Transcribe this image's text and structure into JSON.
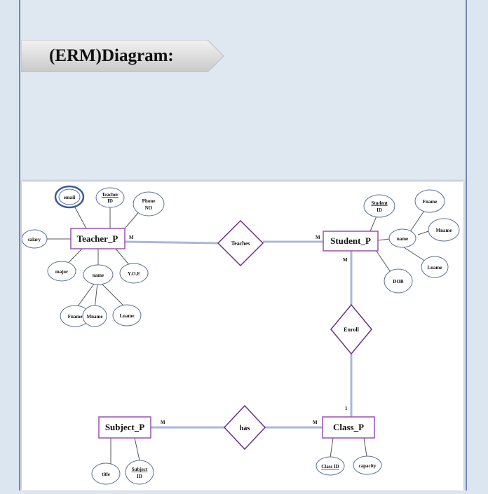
{
  "banner": {
    "title": "(ERM)Diagram:"
  },
  "entities": {
    "teacher": "Teacher_P",
    "student": "Student_P",
    "subject": "Subject_P",
    "class": "Class_P"
  },
  "relationships": {
    "teaches": "Teaches",
    "enroll": "Enroll",
    "has": "has"
  },
  "attributes": {
    "teacher": {
      "email": "email",
      "teacher_id_l1": "Teacher",
      "teacher_id_l2": "ID",
      "phone_l1": "Phone",
      "phone_l2": "NO",
      "salary": "salary",
      "major": "major",
      "name": "name",
      "yoe": "Y.O.E",
      "fname": "Fname",
      "mname": "Mname",
      "lname": "Lname"
    },
    "student": {
      "student_id_l1": "Student",
      "student_id_l2": "ID",
      "fname": "Fname",
      "mname": "Mname",
      "name": "name",
      "lname": "Lname",
      "dob": "DOB"
    },
    "subject": {
      "title": "title",
      "subject_id_l1": "Subject",
      "subject_id_l2": "ID"
    },
    "class": {
      "class_id": "Class ID",
      "capacity": "capacity"
    }
  },
  "cardinalities": {
    "teacher_teaches": "M",
    "student_teaches": "M",
    "student_enroll": "M",
    "class_enroll": "1",
    "subject_has": "M",
    "class_has": "M"
  },
  "colors": {
    "entity_border": "#9b4fb0",
    "relationship_border": "#6d2f86",
    "attribute_border": "#5b6f98",
    "highlight_border": "#3d5a9a",
    "connector": "#aab8d6"
  }
}
